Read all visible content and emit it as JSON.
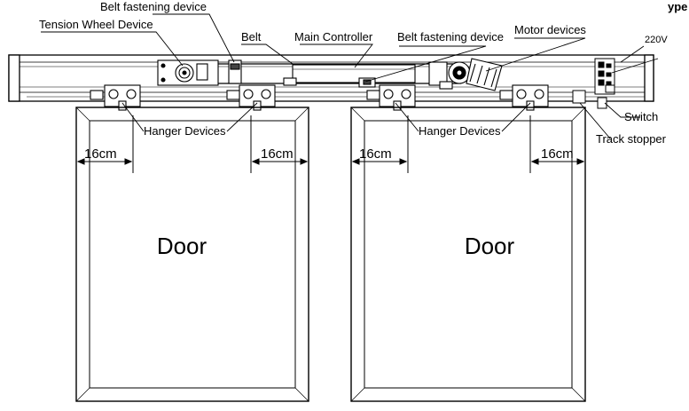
{
  "labels": {
    "belt_fastening_top": "Belt fastening device",
    "tension_wheel": "Tension Wheel Device",
    "belt": "Belt",
    "main_controller": "Main Controller",
    "belt_fastening_mid": "Belt fastening device",
    "motor_devices": "Motor devices",
    "voltage": "220V",
    "switch": "Switch",
    "track_stopper": "Track stopper",
    "hanger_left": "Hanger Devices",
    "hanger_right": "Hanger Devices",
    "door_left": "Door",
    "door_right": "Door",
    "dim_1": "16cm",
    "dim_2": "16cm",
    "dim_3": "16cm",
    "dim_4": "16cm",
    "corner_fragment": "ype"
  }
}
